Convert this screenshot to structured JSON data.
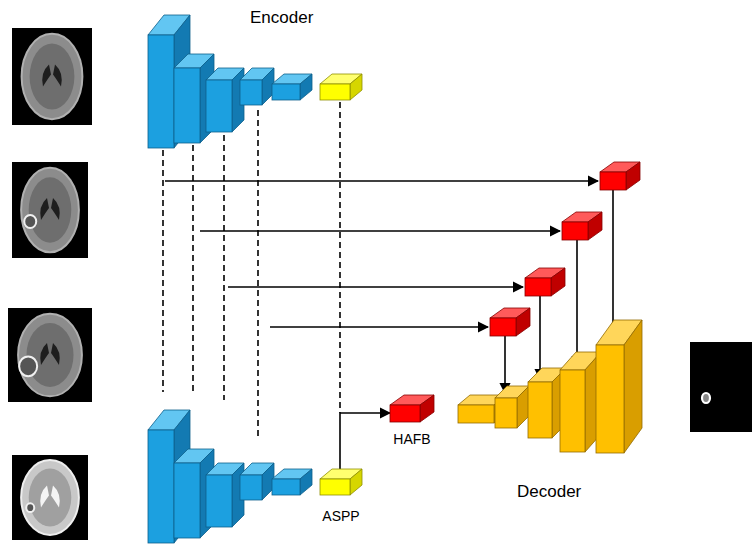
{
  "diagram": {
    "nodes": [
      {
        "text": [
          "ASPP"
        ]
      },
      {
        "text": [
          "HAFB"
        ]
      }
    ],
    "edges": [
      {
        "from": 0,
        "to": 1,
        "arrow": "to"
      }
    ],
    "labels": [
      "Encoder",
      "Decoder"
    ]
  }
}
